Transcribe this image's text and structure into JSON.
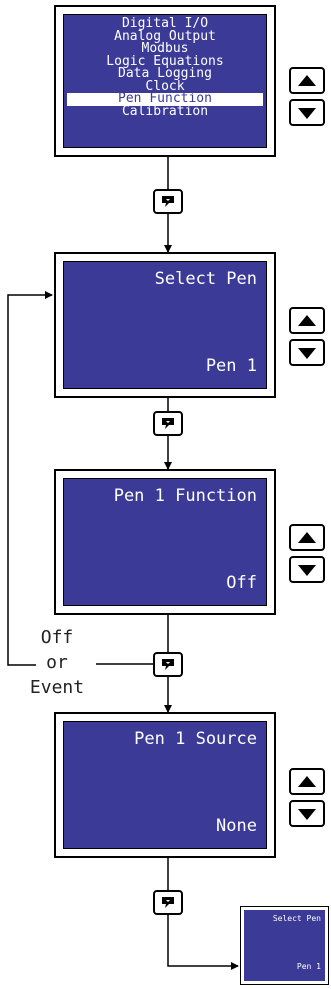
{
  "menu_screen": {
    "items": [
      "Digital I/O",
      "Analog Output",
      "Modbus",
      "Logic Equations",
      "Data Logging",
      "Clock",
      "Pen Function",
      "Calibration"
    ],
    "selected_index": 6
  },
  "select_pen_screen": {
    "title": "Select Pen",
    "value": "Pen 1"
  },
  "pen_function_screen": {
    "title": "Pen 1 Function",
    "value": "Off"
  },
  "pen_source_screen": {
    "title": "Pen 1 Source",
    "value": "None"
  },
  "branch_label": {
    "line1": "Off",
    "line2": "or",
    "line3": "Event"
  },
  "thumbnail_screen": {
    "title": "Select Pen",
    "value": "Pen 1"
  },
  "icons": {
    "up": "up-arrow-button-icon",
    "down": "down-arrow-button-icon",
    "enter": "enter-key-icon"
  },
  "colors": {
    "lcd_background": "#3c3a97",
    "lcd_text": "#ffffff",
    "lines": "#000000"
  }
}
